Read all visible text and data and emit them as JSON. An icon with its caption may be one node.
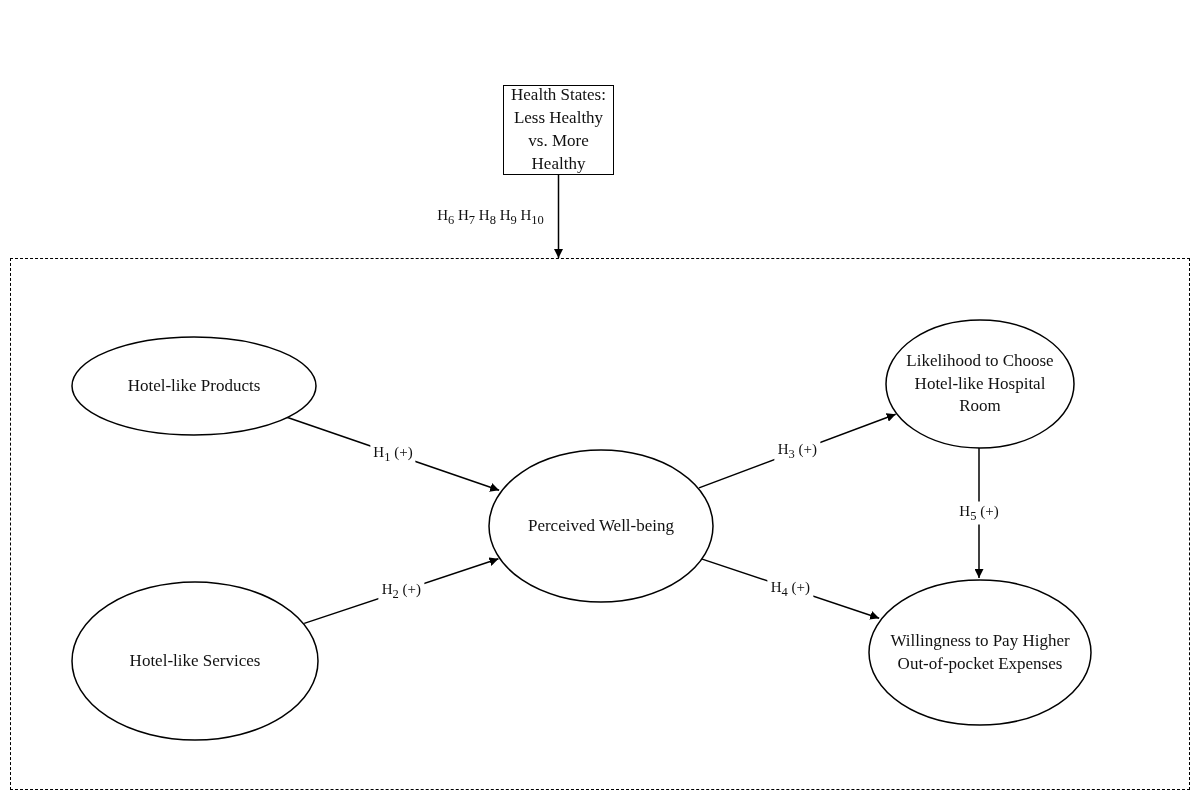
{
  "diagram": {
    "nodes": [
      {
        "text": [
          "Health States: Less Healthy vs. More Healthy"
        ]
      },
      {
        "text": [],
        "shape": "box"
      },
      {
        "text": [
          "Hotel-like Products"
        ],
        "in": 1
      },
      {
        "text": [
          "Hotel-like Services"
        ],
        "in": 1
      },
      {
        "text": [
          "Perceived Well-being"
        ],
        "in": 1
      },
      {
        "text": [
          "Likelihood to Choose Hotel-like Hospital Room"
        ],
        "in": 1
      },
      {
        "text": [
          "Willingness to Pay Higher Out-of-pocket Expenses"
        ],
        "in": 1
      }
    ],
    "edges": [
      {
        "from": 0,
        "to": 1,
        "arrow": "to",
        "label": "H$_{6}$ H$_{7}$ H$_{8}$ H$_{9}$ H$_{10}$"
      },
      {
        "from": 2,
        "to": 4,
        "arrow": "to",
        "label": "H$_{1}$ (+)"
      },
      {
        "from": 3,
        "to": 4,
        "arrow": "to",
        "label": "H$_{2}$ (+)"
      },
      {
        "from": 4,
        "to": 5,
        "arrow": "to",
        "label": "H$_{3}$ (+)"
      },
      {
        "from": 4,
        "to": 6,
        "arrow": "to",
        "label": "H$_{4}$ (+)"
      },
      {
        "from": 5,
        "to": 6,
        "arrow": "to",
        "label": "H$_{5}$ (+)"
      }
    ]
  }
}
